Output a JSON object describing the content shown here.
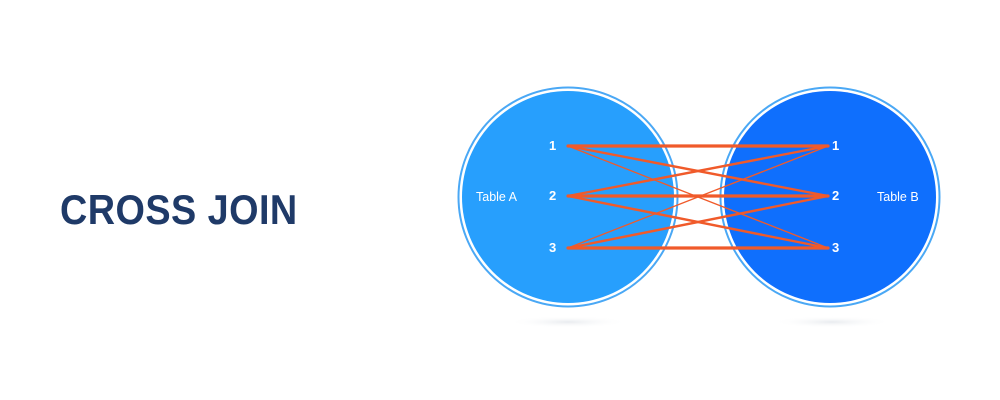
{
  "title": "CROSS JOIN",
  "colors": {
    "title": "#1f3a68",
    "table_a_fill": "#279ffd",
    "table_b_fill": "#0f6ffd",
    "ring": "#4aa8f5",
    "connection": "#f05a2a",
    "label": "#ffffff",
    "shadow": "#e9ecef"
  },
  "tables": [
    {
      "id": "A",
      "label": "Table A",
      "rows": [
        "1",
        "2",
        "3"
      ]
    },
    {
      "id": "B",
      "label": "Table B",
      "rows": [
        "1",
        "2",
        "3"
      ]
    }
  ],
  "connections": [
    {
      "from": "A1",
      "to": "B1"
    },
    {
      "from": "A1",
      "to": "B2"
    },
    {
      "from": "A1",
      "to": "B3"
    },
    {
      "from": "A2",
      "to": "B1"
    },
    {
      "from": "A2",
      "to": "B2"
    },
    {
      "from": "A2",
      "to": "B3"
    },
    {
      "from": "A3",
      "to": "B1"
    },
    {
      "from": "A3",
      "to": "B2"
    },
    {
      "from": "A3",
      "to": "B3"
    }
  ]
}
